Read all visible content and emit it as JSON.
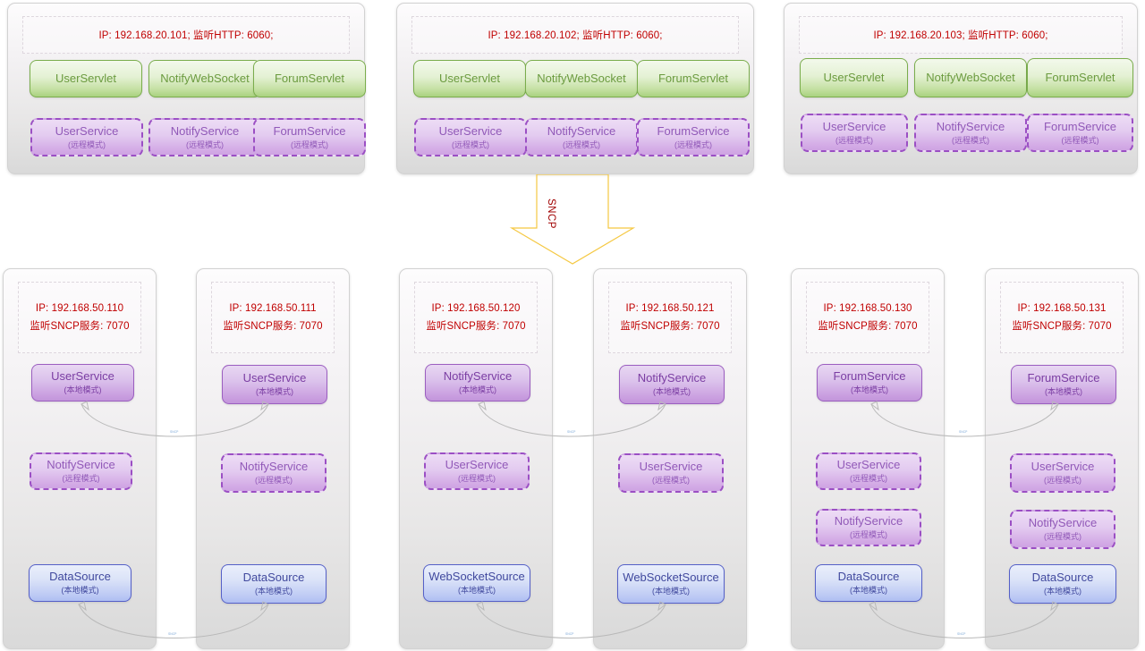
{
  "diagram": {
    "protocol_label": "SNCP",
    "colors": {
      "info_text": "#c00000",
      "servlet": "#7aad4c",
      "service_local": "#9b5ec0",
      "service_remote": "#9b4fc4",
      "datasource": "#5560c8",
      "arrow": "#f5c842",
      "connector": "#b9b9b9"
    },
    "mode_local": "(本地模式)",
    "mode_remote": "(远程模式)",
    "link_label": "SNCP"
  },
  "web_tier": [
    {
      "ip_line": "IP: 192.168.20.101;  监听HTTP: 6060;",
      "servlets": [
        "UserServlet",
        "NotifyWebSocket",
        "ForumServlet"
      ],
      "services": [
        {
          "name": "UserService",
          "mode": "(远程模式)"
        },
        {
          "name": "NotifyService",
          "mode": "(远程模式)"
        },
        {
          "name": "ForumService",
          "mode": "(远程模式)"
        }
      ]
    },
    {
      "ip_line": "IP: 192.168.20.102;  监听HTTP: 6060;",
      "servlets": [
        "UserServlet",
        "NotifyWebSocket",
        "ForumServlet"
      ],
      "services": [
        {
          "name": "UserService",
          "mode": "(远程模式)"
        },
        {
          "name": "NotifyService",
          "mode": "(远程模式)"
        },
        {
          "name": "ForumService",
          "mode": "(远程模式)"
        }
      ]
    },
    {
      "ip_line": "IP: 192.168.20.103;  监听HTTP: 6060;",
      "servlets": [
        "UserServlet",
        "NotifyWebSocket",
        "ForumServlet"
      ],
      "services": [
        {
          "name": "UserService",
          "mode": "(远程模式)"
        },
        {
          "name": "NotifyService",
          "mode": "(远程模式)"
        },
        {
          "name": "ForumService",
          "mode": "(远程模式)"
        }
      ]
    }
  ],
  "service_tier": [
    {
      "ip": "IP: 192.168.50.110",
      "port": "监听SNCP服务: 7070",
      "primary": {
        "name": "UserService",
        "mode": "(本地模式)"
      },
      "remotes": [
        {
          "name": "NotifyService",
          "mode": "(远程模式)"
        }
      ],
      "source": {
        "name": "DataSource",
        "mode": "(本地模式)"
      }
    },
    {
      "ip": "IP: 192.168.50.111",
      "port": "监听SNCP服务: 7070",
      "primary": {
        "name": "UserService",
        "mode": "(本地模式)"
      },
      "remotes": [
        {
          "name": "NotifyService",
          "mode": "(远程模式)"
        }
      ],
      "source": {
        "name": "DataSource",
        "mode": "(本地模式)"
      }
    },
    {
      "ip": "IP: 192.168.50.120",
      "port": "监听SNCP服务: 7070",
      "primary": {
        "name": "NotifyService",
        "mode": "(本地模式)"
      },
      "remotes": [
        {
          "name": "UserService",
          "mode": "(远程模式)"
        }
      ],
      "source": {
        "name": "WebSocketSource",
        "mode": "(本地模式)"
      }
    },
    {
      "ip": "IP: 192.168.50.121",
      "port": "监听SNCP服务: 7070",
      "primary": {
        "name": "NotifyService",
        "mode": "(本地模式)"
      },
      "remotes": [
        {
          "name": "UserService",
          "mode": "(远程模式)"
        }
      ],
      "source": {
        "name": "WebSocketSource",
        "mode": "(本地模式)"
      }
    },
    {
      "ip": "IP: 192.168.50.130",
      "port": "监听SNCP服务: 7070",
      "primary": {
        "name": "ForumService",
        "mode": "(本地模式)"
      },
      "remotes": [
        {
          "name": "UserService",
          "mode": "(远程模式)"
        },
        {
          "name": "NotifyService",
          "mode": "(远程模式)"
        }
      ],
      "source": {
        "name": "DataSource",
        "mode": "(本地模式)"
      }
    },
    {
      "ip": "IP: 192.168.50.131",
      "port": "监听SNCP服务: 7070",
      "primary": {
        "name": "ForumService",
        "mode": "(本地模式)"
      },
      "remotes": [
        {
          "name": "UserService",
          "mode": "(远程模式)"
        },
        {
          "name": "NotifyService",
          "mode": "(远程模式)"
        }
      ],
      "source": {
        "name": "DataSource",
        "mode": "(本地模式)"
      }
    }
  ]
}
